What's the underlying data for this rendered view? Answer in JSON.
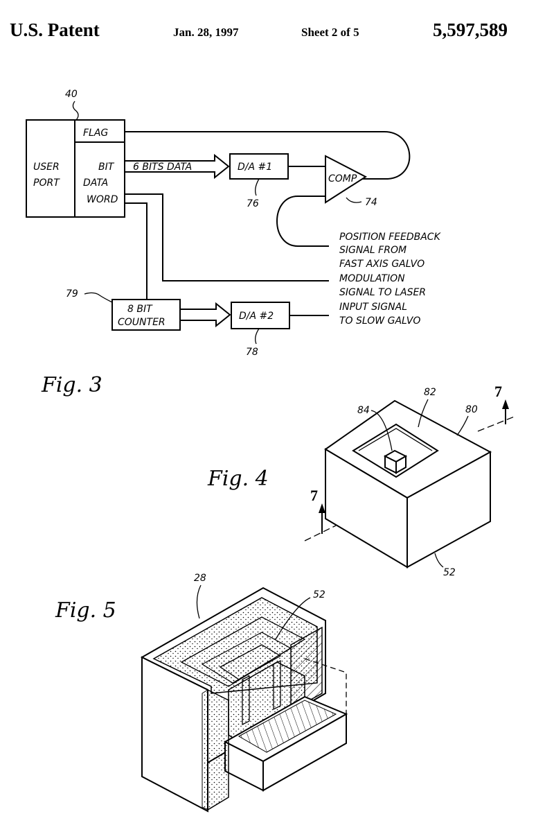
{
  "header": {
    "title": "U.S. Patent",
    "date": "Jan. 28, 1997",
    "sheet": "Sheet 2 of 5",
    "patent_number": "5,597,589"
  },
  "fig3": {
    "label": "Fig. 3",
    "user_port_line1": "USER",
    "user_port_line2": "PORT",
    "flag": "FLAG",
    "bit": "BIT",
    "data": "DATA",
    "word": "WORD",
    "bits_data": "6 BITS DATA",
    "da1": "D/A #1",
    "da2": "D/A #2",
    "comp": "COMP",
    "counter_line1": "8 BIT",
    "counter_line2": "COUNTER",
    "feedback_line1": "POSITION FEEDBACK",
    "feedback_line2": "SIGNAL FROM",
    "feedback_line3": "FAST AXIS GALVO",
    "modulation_line1": "MODULATION",
    "modulation_line2": "SIGNAL TO LASER",
    "input_line1": "INPUT SIGNAL",
    "input_line2": "TO SLOW GALVO",
    "ref_40": "40",
    "ref_74": "74",
    "ref_76": "76",
    "ref_78": "78",
    "ref_79": "79"
  },
  "fig4": {
    "label": "Fig. 4",
    "ref_80": "80",
    "ref_82": "82",
    "ref_84": "84",
    "ref_52": "52",
    "section_top": "7",
    "section_bottom": "7"
  },
  "fig5": {
    "label": "Fig. 5",
    "ref_28": "28",
    "ref_52": "52"
  }
}
